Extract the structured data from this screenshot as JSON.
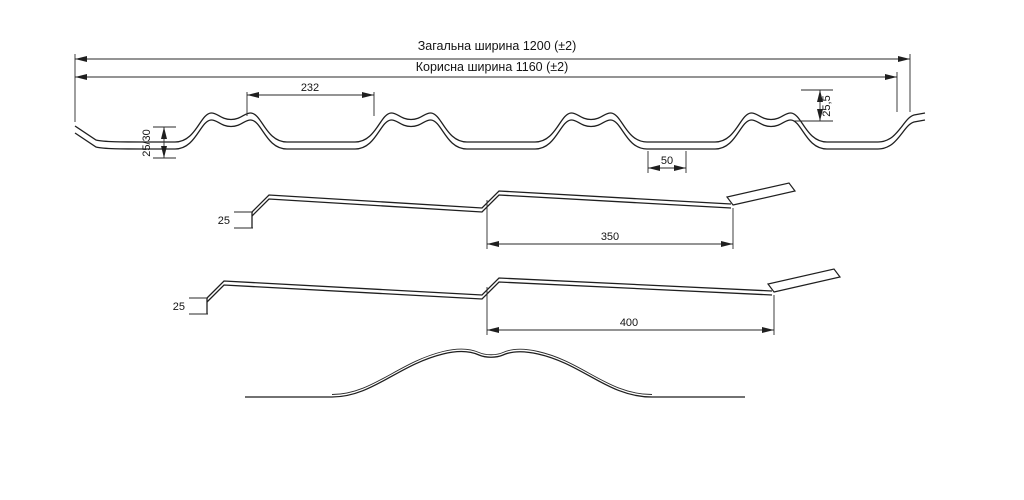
{
  "drawing": {
    "cross_section": {
      "total_width_label": "Загальна ширина 1200 (±2)",
      "useful_width_label": "Корисна ширина 1160 (±2)",
      "wave_pitch_label": "232",
      "wave_height_label": "25,5",
      "profile_height_label": "25/30",
      "valley_width_label": "50"
    },
    "module_350": {
      "step_height_label": "25",
      "module_length_label": "350"
    },
    "module_400": {
      "step_height_label": "25",
      "module_length_label": "400"
    }
  }
}
